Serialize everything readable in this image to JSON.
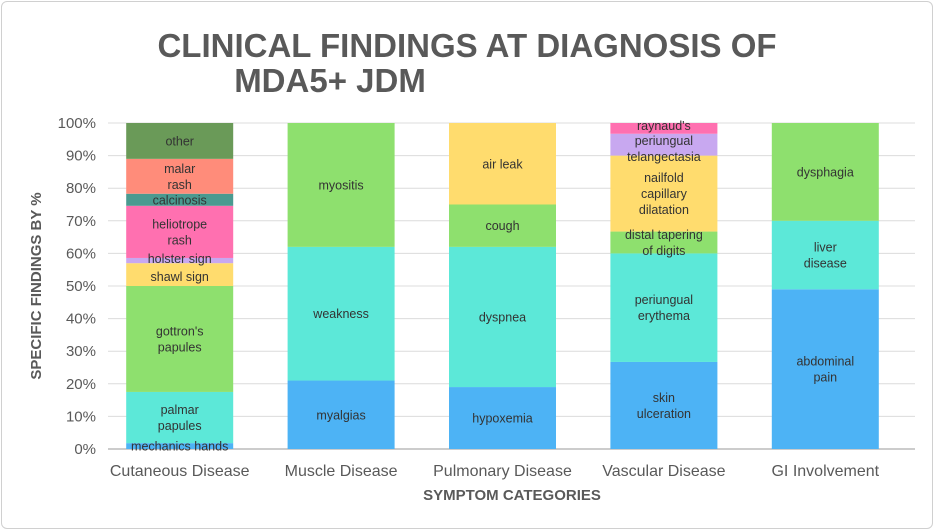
{
  "chart_data": {
    "type": "bar",
    "stacked": true,
    "title_lines": [
      "CLINICAL FINDINGS AT DIAGNOSIS OF",
      "MDA5+ JDM"
    ],
    "xlabel": "SYMPTOM CATEGORIES",
    "ylabel": "SPECIFIC FINDINGS BY %",
    "ylim": [
      0,
      100
    ],
    "yticks": [
      "0%",
      "10%",
      "20%",
      "30%",
      "40%",
      "50%",
      "60%",
      "70%",
      "80%",
      "90%",
      "100%"
    ],
    "grid": true,
    "categories": [
      "Cutaneous Disease",
      "Muscle Disease",
      "Pulmonary Disease",
      "Vascular Disease",
      "GI Involvement"
    ],
    "stacks": [
      [
        {
          "label": "mechanics hands",
          "value": 1.8,
          "color": "#4db3f5"
        },
        {
          "label": "palmar papules",
          "value": 15.7,
          "color": "#5ce8d8"
        },
        {
          "label": "gottron's papules",
          "value": 32.5,
          "color": "#8ee06e"
        },
        {
          "label": "shawl sign",
          "value": 7,
          "color": "#ffdc6e"
        },
        {
          "label": "holster sign",
          "value": 1.6,
          "color": "#c8a8f0"
        },
        {
          "label": "heliotrope rash",
          "value": 16,
          "color": "#ff70b0"
        },
        {
          "label": "calcinosis",
          "value": 3.7,
          "color": "#4a9a90"
        },
        {
          "label": "malar rash",
          "value": 10.7,
          "color": "#ff8c7a"
        },
        {
          "label": "other",
          "value": 11,
          "color": "#6a9a58"
        }
      ],
      [
        {
          "label": "myalgias",
          "value": 21,
          "color": "#4db3f5"
        },
        {
          "label": "weakness",
          "value": 41,
          "color": "#5ce8d8"
        },
        {
          "label": "myositis",
          "value": 38,
          "color": "#8ee06e"
        }
      ],
      [
        {
          "label": "hypoxemia",
          "value": 19,
          "color": "#4db3f5"
        },
        {
          "label": "dyspnea",
          "value": 43,
          "color": "#5ce8d8"
        },
        {
          "label": "cough",
          "value": 13,
          "color": "#8ee06e"
        },
        {
          "label": "air leak",
          "value": 25,
          "color": "#ffdc6e"
        }
      ],
      [
        {
          "label": "skin ulceration",
          "value": 26.7,
          "color": "#4db3f5"
        },
        {
          "label": "periungual erythema",
          "value": 33.3,
          "color": "#5ce8d8"
        },
        {
          "label": "distal tapering of digits",
          "value": 6.7,
          "color": "#8ee06e"
        },
        {
          "label": "nailfold capillary dilatation",
          "value": 23.3,
          "color": "#ffdc6e"
        },
        {
          "label": "periungual telangectasia",
          "value": 6.7,
          "color": "#c8a8f0"
        },
        {
          "label": "raynaud's",
          "value": 3.3,
          "color": "#ff70b0"
        }
      ],
      [
        {
          "label": "abdominal pain",
          "value": 49,
          "color": "#4db3f5"
        },
        {
          "label": "liver disease",
          "value": 21,
          "color": "#5ce8d8"
        },
        {
          "label": "dysphagia",
          "value": 30,
          "color": "#8ee06e"
        }
      ]
    ],
    "segment_label_lines": [
      [
        [
          "mechanics hands"
        ],
        [
          "palmar",
          "papules"
        ],
        [
          "gottron's",
          "papules"
        ],
        [
          "shawl sign"
        ],
        [
          "holster sign"
        ],
        [
          "heliotrope",
          "rash"
        ],
        [
          "calcinosis"
        ],
        [
          "malar",
          "rash"
        ],
        [
          "other"
        ]
      ],
      [
        [
          "myalgias"
        ],
        [
          "weakness"
        ],
        [
          "myositis"
        ]
      ],
      [
        [
          "hypoxemia"
        ],
        [
          "dyspnea"
        ],
        [
          "cough"
        ],
        [
          "air leak"
        ]
      ],
      [
        [
          "skin",
          "ulceration"
        ],
        [
          "periungual",
          "erythema"
        ],
        [
          "distal tapering",
          "of digits"
        ],
        [
          "nailfold",
          "capillary",
          "dilatation"
        ],
        [
          "periungual",
          "telangectasia"
        ],
        [
          "raynaud's"
        ]
      ],
      [
        [
          "abdominal",
          "pain"
        ],
        [
          "liver",
          "disease"
        ],
        [
          "dysphagia"
        ]
      ]
    ]
  }
}
